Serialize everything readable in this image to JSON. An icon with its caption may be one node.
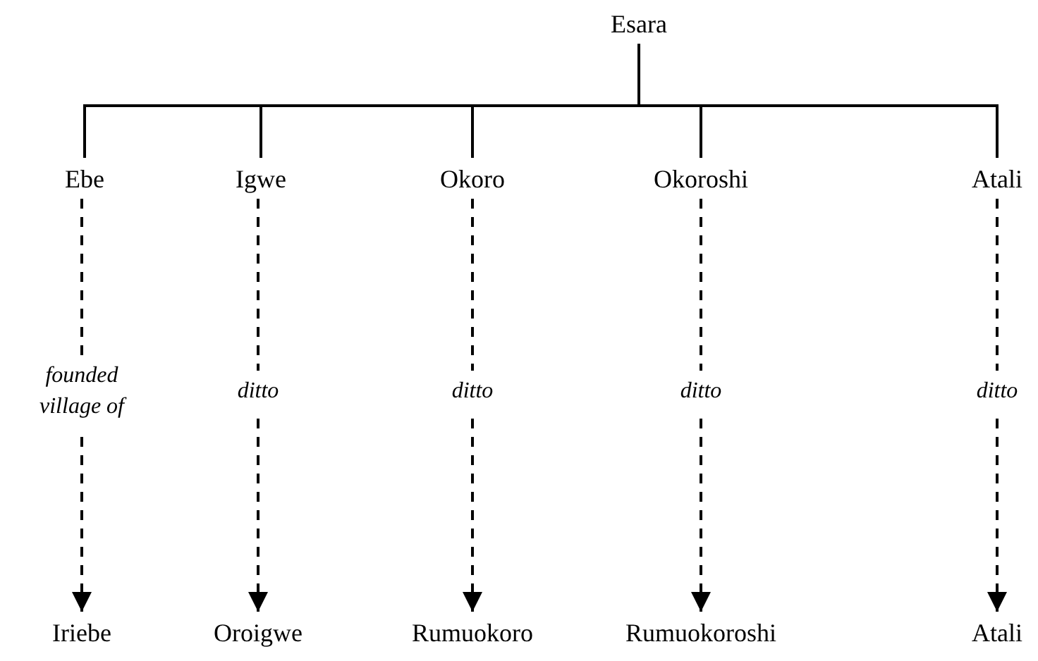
{
  "diagram": {
    "nodes": [
      {
        "text": [
          "Esara"
        ]
      },
      {
        "text": [
          "Ebe"
        ]
      },
      {
        "text": [
          "Igwe"
        ]
      },
      {
        "text": [
          "Okoro"
        ]
      },
      {
        "text": [
          "Okoroshi"
        ]
      },
      {
        "text": [
          "Atali"
        ]
      },
      {
        "text": [
          "Iriebe"
        ]
      },
      {
        "text": [
          "Oroigwe"
        ]
      },
      {
        "text": [
          "Rumuokoro"
        ]
      },
      {
        "text": [
          "Rumuokoroshi"
        ]
      },
      {
        "text": [
          "Atali"
        ]
      }
    ],
    "edges": [
      {
        "from": 0,
        "to": 1,
        "arrow": "none"
      },
      {
        "from": 0,
        "to": 2,
        "arrow": "none"
      },
      {
        "from": 0,
        "to": 3,
        "arrow": "none"
      },
      {
        "from": 0,
        "to": 4,
        "arrow": "none"
      },
      {
        "from": 0,
        "to": 5,
        "arrow": "none"
      },
      {
        "from": 1,
        "to": 6,
        "arrow": "to",
        "style": "dashed",
        "label": "founded village of"
      },
      {
        "from": 2,
        "to": 7,
        "arrow": "to",
        "style": "dashed",
        "label": "ditto"
      },
      {
        "from": 3,
        "to": 8,
        "arrow": "to",
        "style": "dashed",
        "label": "ditto"
      },
      {
        "from": 4,
        "to": 9,
        "arrow": "to",
        "style": "dashed",
        "label": "ditto"
      },
      {
        "from": 5,
        "to": 10,
        "arrow": "to",
        "style": "dashed",
        "label": "ditto"
      }
    ]
  }
}
